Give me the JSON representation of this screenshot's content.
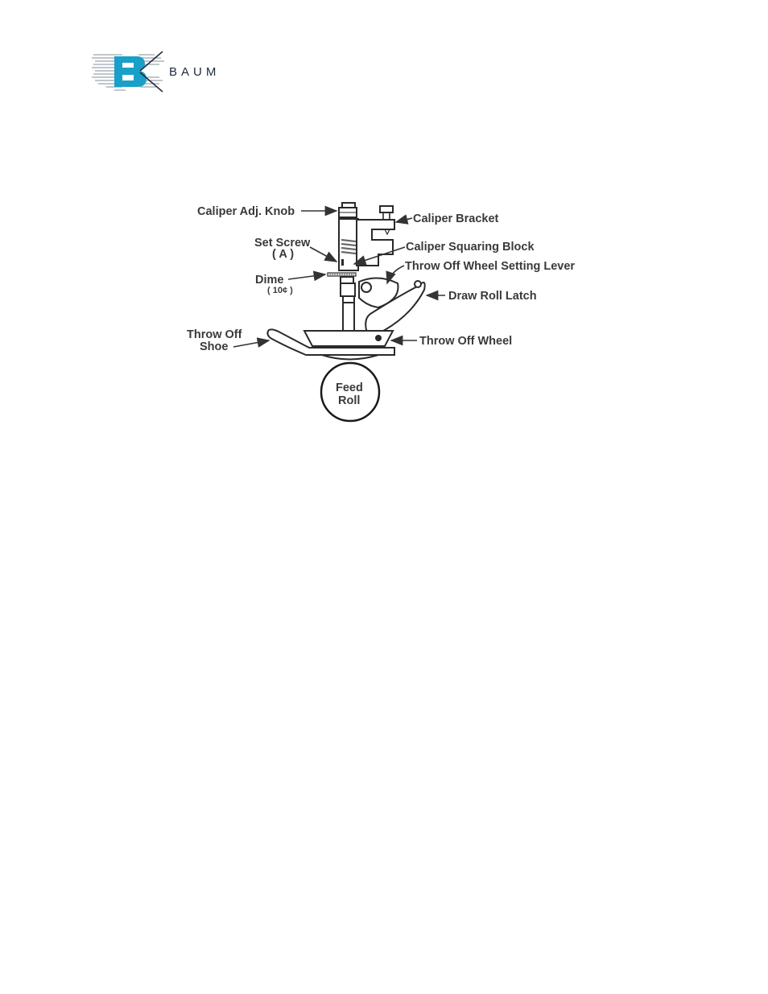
{
  "logo": {
    "icon": "baum-logo-icon",
    "brand_text": "BAUM",
    "accent_color": "#1a9fc8"
  },
  "diagram": {
    "labels": {
      "caliper_adj_knob": "Caliper Adj. Knob",
      "caliper_bracket": "Caliper Bracket",
      "set_screw": "Set Screw",
      "set_screw_sub": "( A )",
      "caliper_squaring_block": "Caliper Squaring Block",
      "throw_off_wheel_setting_lever": "Throw Off Wheel Setting Lever",
      "dime": "Dime",
      "dime_sub": "( 10¢ )",
      "draw_roll_latch": "Draw Roll Latch",
      "throw_off_shoe_1": "Throw Off",
      "throw_off_shoe_2": "Shoe",
      "throw_off_wheel": "Throw Off Wheel",
      "feed_roll_1": "Feed",
      "feed_roll_2": "Roll"
    }
  }
}
